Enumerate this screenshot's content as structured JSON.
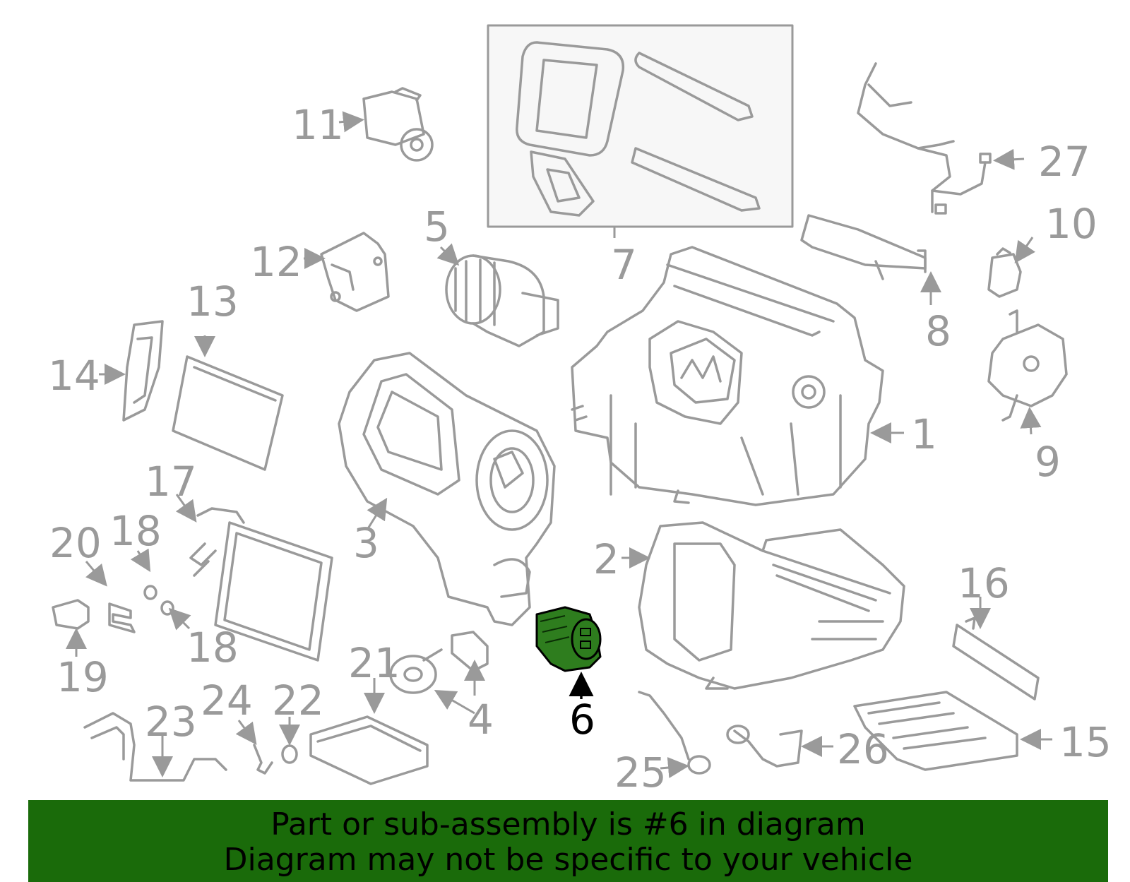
{
  "highlight_color": "#2e7d1e",
  "banner_color": "#1a6b0a",
  "callouts": {
    "c1": "1",
    "c2": "2",
    "c3": "3",
    "c4": "4",
    "c5": "5",
    "c6": "6",
    "c7": "7",
    "c8": "8",
    "c9": "9",
    "c10": "10",
    "c11": "11",
    "c12": "12",
    "c13": "13",
    "c14": "14",
    "c15": "15",
    "c16": "16",
    "c17": "17",
    "c18a": "18",
    "c18b": "18",
    "c19": "19",
    "c20": "20",
    "c21": "21",
    "c22": "22",
    "c23": "23",
    "c24": "24",
    "c25": "25",
    "c26": "26",
    "c27": "27"
  },
  "banner": {
    "line1": "Part or sub-assembly is #6 in diagram",
    "line2": "Diagram may not be specific to your vehicle"
  }
}
